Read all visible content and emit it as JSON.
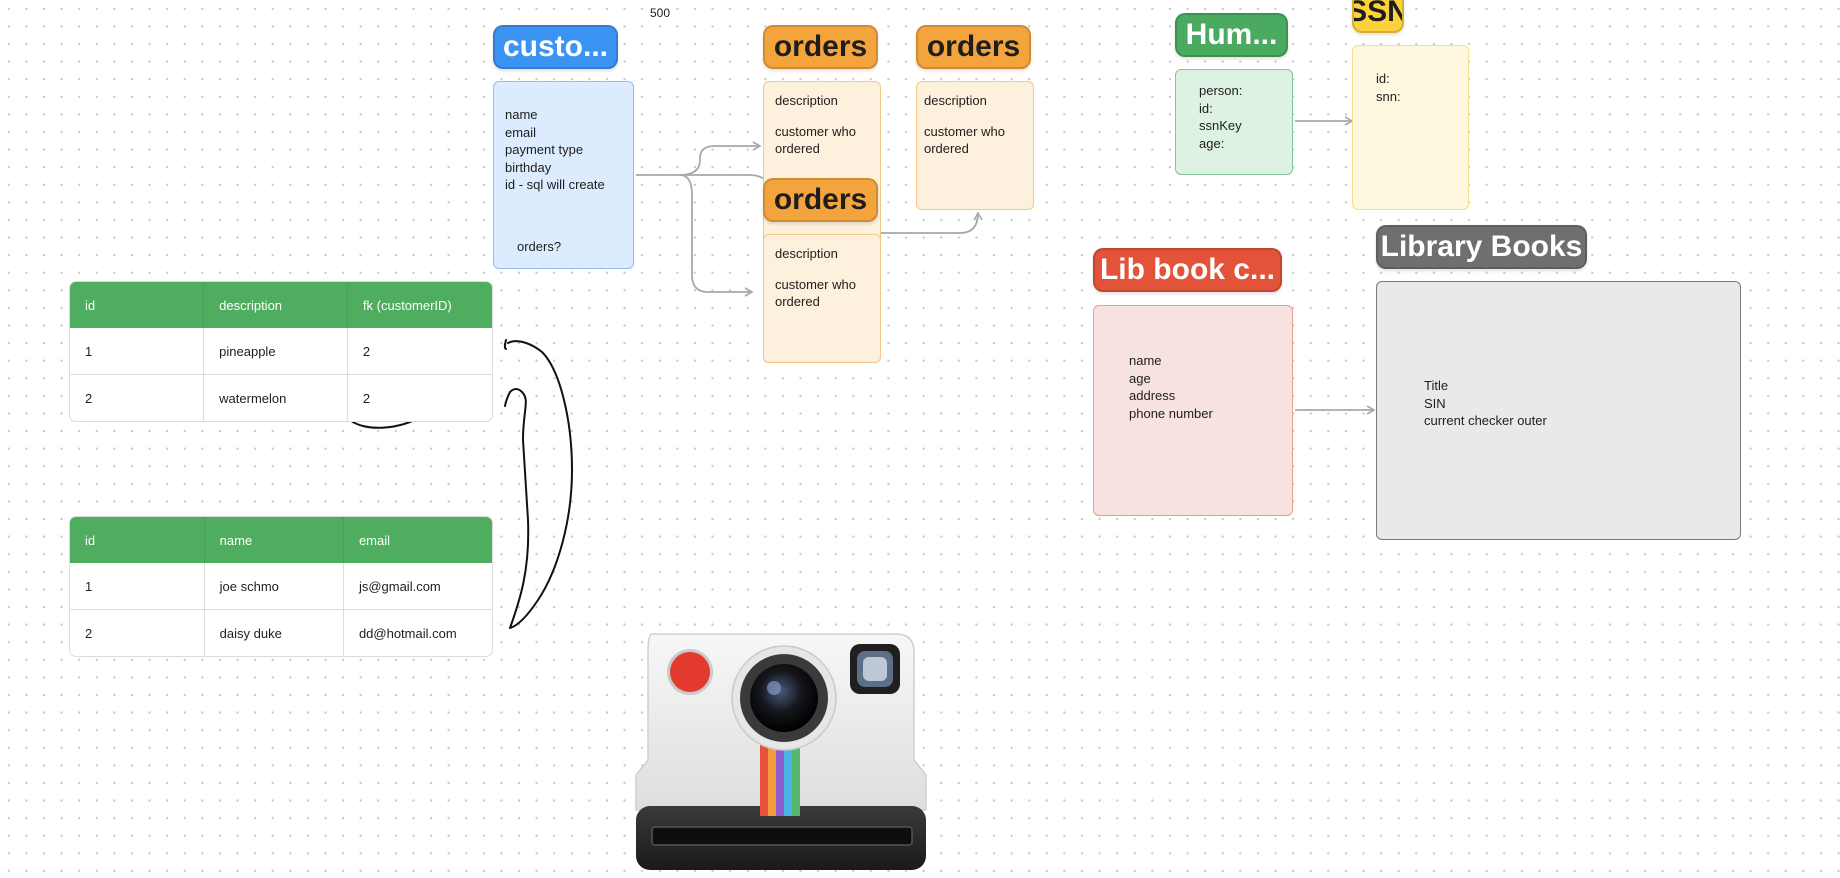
{
  "canvas_counter": "500",
  "customers": {
    "label": "custo...",
    "lines": [
      "name",
      "email",
      "payment type",
      "birthday",
      "id - sql will create"
    ],
    "extra": "orders?"
  },
  "orders_1": {
    "label": "orders",
    "lines": [
      "description",
      "",
      "customer who",
      "ordered"
    ]
  },
  "orders_2": {
    "label": "orders",
    "lines": [
      "description",
      "",
      "customer who",
      "ordered"
    ]
  },
  "orders_3": {
    "label": "orders",
    "lines": [
      "description",
      "",
      "customer who",
      "ordered"
    ]
  },
  "human": {
    "label": "Hum...",
    "lines": [
      "person:",
      "id:",
      "ssnKey",
      "age:"
    ]
  },
  "ssn": {
    "label": "SSN",
    "lines": [
      "id:",
      "snn:"
    ]
  },
  "lib_book_c": {
    "label": "Lib book c...",
    "lines": [
      "name",
      "age",
      "address",
      "phone number"
    ]
  },
  "library_books": {
    "label": "Library Books",
    "lines": [
      "Title",
      "SIN",
      "current checker outer"
    ]
  },
  "orders_table": {
    "headers": [
      "id",
      "description",
      "fk (customerID)"
    ],
    "rows": [
      [
        "1",
        "pineapple",
        "2"
      ],
      [
        "2",
        "watermelon",
        "2"
      ]
    ]
  },
  "customers_table": {
    "headers": [
      "id",
      "name",
      "email"
    ],
    "rows": [
      [
        "1",
        "joe schmo",
        "js@gmail.com"
      ],
      [
        "2",
        "daisy duke",
        "dd@hotmail.com"
      ]
    ]
  },
  "colors": {
    "blue": "#3b93f2",
    "orange": "#f4a43c",
    "green": "#4aaa5f",
    "yellow": "#fbd13c",
    "red": "#e2533a",
    "gray": "#6f6f6f",
    "table_header": "#4fad60"
  }
}
